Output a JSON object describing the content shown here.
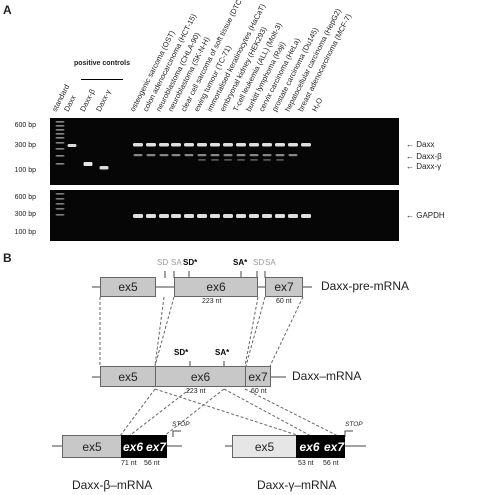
{
  "panel_a": {
    "letter": "A",
    "ladder_top": [
      "600 bp",
      "300 bp",
      "100 bp"
    ],
    "ladder_bottom": [
      "600 bp",
      "300 bp",
      "100 bp"
    ],
    "positive_controls": "positive controls",
    "lanes": [
      "standard",
      "Daxx",
      "Daxx-β",
      "Daxx-γ",
      "osteogenic sarcoma (OST)",
      "colon adenocarcinoma (HCT-15)",
      "neuroblastoma (CHLA-90)",
      "neuroblastoma (SK-N-H)",
      "clear cell sarcoma of soft tissue (DTC-1)",
      "ewing tumour (TC-71)",
      "immortalised keratinocytes (HaCaT)",
      "embryonal kidney (HEK293)",
      "T-cell leukemia (ALL) (Molt-3)",
      "burkitt lymphoma (Raji)",
      "cervix carcinoma (HeLa)",
      "prostate carcinoma (Du145)",
      "hepatocellular carcinoma (HepG2)",
      "breast adenocarcinoma (MCF-7)",
      "H₂O"
    ],
    "band_labels": {
      "daxx": "← Daxx",
      "beta": "← Daxx-β",
      "gamma": "← Daxx-γ",
      "gapdh": "← GAPDH"
    }
  },
  "panel_b": {
    "letter": "B",
    "pre_mrna": {
      "name": "Daxx-pre-mRNA",
      "exons": [
        "ex5",
        "ex6",
        "ex7"
      ],
      "nt": [
        "223 nt",
        "60 nt"
      ],
      "sites": [
        "SD",
        "SA",
        "SD*",
        "SA*",
        "SD",
        "SA"
      ]
    },
    "mrna": {
      "name": "Daxx–mRNA",
      "exons": [
        "ex5",
        "ex6",
        "ex7"
      ],
      "nt": [
        "223 nt",
        "60 nt"
      ],
      "sites": [
        "SD*",
        "SA*"
      ]
    },
    "beta": {
      "name": "Daxx-β–mRNA",
      "exons": [
        "ex5",
        "ex6",
        "ex7"
      ],
      "nt": [
        "71 nt",
        "56 nt"
      ],
      "stop": "STOP"
    },
    "gamma": {
      "name": "Daxx-γ–mRNA",
      "exons": [
        "ex5",
        "ex6",
        "ex7"
      ],
      "nt": [
        "53 nt",
        "56 nt"
      ],
      "stop": "STOP"
    }
  }
}
